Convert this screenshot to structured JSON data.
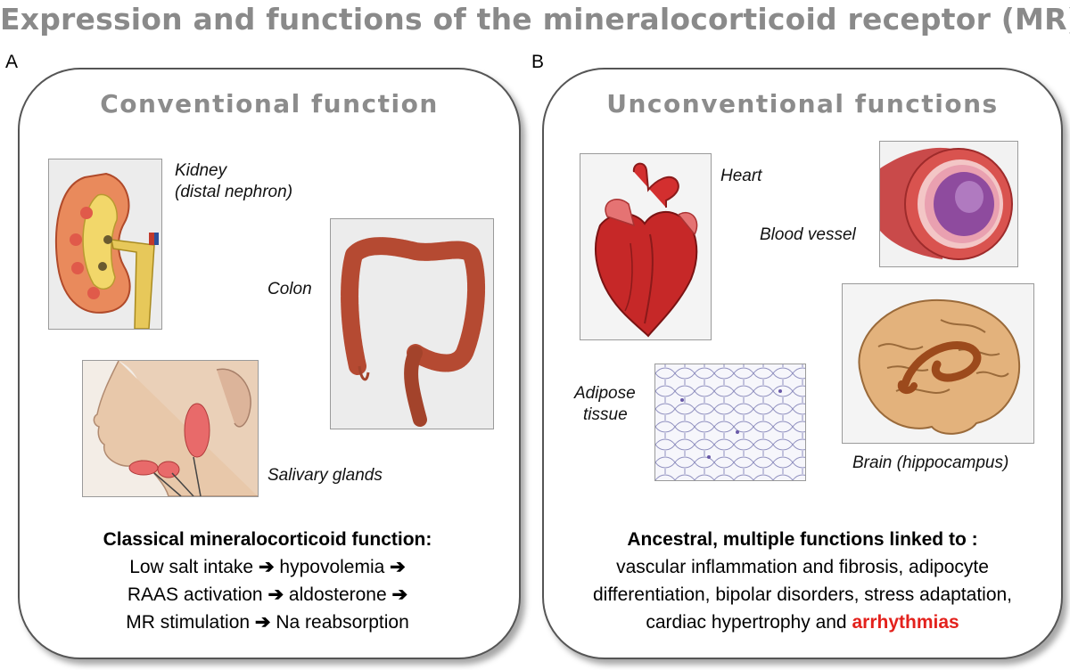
{
  "title": "Expression and functions of the mineralocorticoid receptor (MR)",
  "panels": {
    "a": {
      "letter": "A",
      "title": "Conventional function",
      "organs": {
        "kidney": "Kidney",
        "kidney_sub": "(distal nephron)",
        "colon": "Colon",
        "salivary": "Salivary glands"
      },
      "summary_head": "Classical mineralocorticoid function:",
      "arrow": "➔",
      "line1_a": "Low salt intake",
      "line1_b": "hypovolemia",
      "line2_a": "RAAS activation",
      "line2_b": "aldosterone",
      "line3_a": "MR stimulation",
      "line3_b": "Na reabsorption"
    },
    "b": {
      "letter": "B",
      "title": "Unconventional functions",
      "organs": {
        "heart": "Heart",
        "vessel": "Blood vessel",
        "adipose_1": "Adipose",
        "adipose_2": "tissue",
        "brain": "Brain (hippocampus)"
      },
      "summary_head": "Ancestral, multiple functions linked to :",
      "line1": "vascular inflammation and fibrosis, adipocyte",
      "line2": "differentiation, bipolar disorders, stress adaptation,",
      "line3_a": "cardiac hypertrophy and",
      "line3_highlight": "arrhythmias"
    }
  },
  "colors": {
    "title_gray": "#8a8a8a",
    "highlight_red": "#e3211c"
  }
}
